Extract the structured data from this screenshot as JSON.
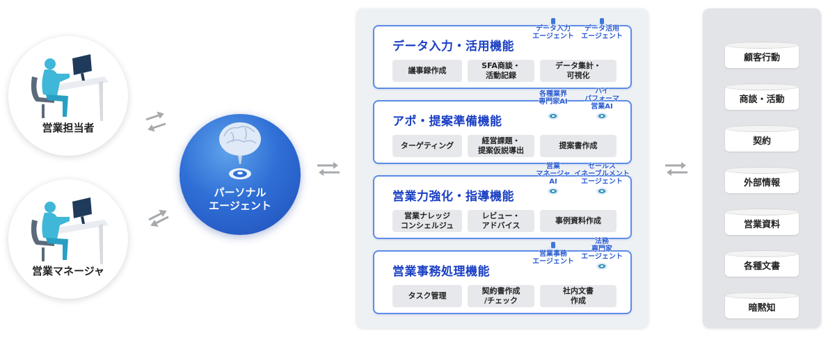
{
  "users": [
    {
      "label": "営業担当者"
    },
    {
      "label": "営業マネージャ"
    }
  ],
  "agent": {
    "label_line1": "パーソナル",
    "label_line2": "エージェント"
  },
  "features": [
    {
      "title": "データ入力・活用機能",
      "chips": [
        "議事録作成",
        "SFA商談・\n活動記録",
        "データ集計・\n可視化"
      ],
      "badges": [
        "データ入力\nエージェント",
        "データ活用\nエージェント"
      ]
    },
    {
      "title": "アポ・提案準備機能",
      "chips": [
        "ターゲティング",
        "経営課題・\n提案仮説導出",
        "提案書作成"
      ],
      "badges": [
        "各種業界\n専門家AI",
        "ハイ\nパフォーマ\n営業AI"
      ]
    },
    {
      "title": "営業力強化・指導機能",
      "chips": [
        "営業ナレッジ\nコンシェルジュ",
        "レビュー・\nアドバイス",
        "事例資料作成"
      ],
      "badges": [
        "営業\nマネージャ\nAI",
        "セールス\nイネーブルメント\nエージェント"
      ]
    },
    {
      "title": "営業事務処理機能",
      "chips": [
        "タスク管理",
        "契約書作成\n/チェック",
        "社内文書\n作成"
      ],
      "badges": [
        "営業事務\nエージェント",
        "法務\n専門家\nエージェント"
      ]
    }
  ],
  "data_stores": [
    "顧客行動",
    "商談・活動",
    "契約",
    "外部情報",
    "営業資料",
    "各種文書",
    "暗黙知"
  ],
  "colors": {
    "accent": "#1a3fc4",
    "card_border": "#5b8be8",
    "agent_blue": "#2f6fd6",
    "arrow_gray": "#a7aaad"
  }
}
